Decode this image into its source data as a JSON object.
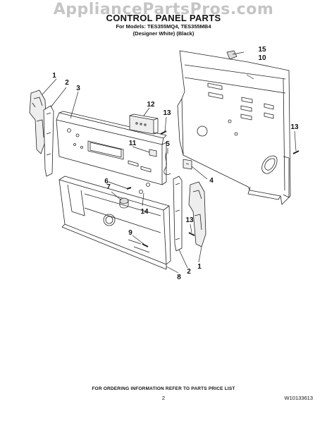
{
  "watermark": "AppliancePartsPros.com",
  "header": {
    "title": "CONTROL PANEL PARTS",
    "models_line": "For Models: TES355MQ4, TES355MB4",
    "colors_line": "(Designer White)   (Black)"
  },
  "callouts": {
    "c1a": "1",
    "c2a": "2",
    "c3": "3",
    "c12": "12",
    "c13a": "13",
    "c11": "11",
    "c5": "5",
    "c15": "15",
    "c10": "10",
    "c13b": "13",
    "c4": "4",
    "c6": "6",
    "c7": "7",
    "c14": "14",
    "c13c": "13",
    "c9": "9",
    "c2b": "2",
    "c1b": "1",
    "c8": "8"
  },
  "footer": {
    "ordering_note": "FOR ORDERING INFORMATION REFER TO PARTS PRICE LIST",
    "page_number": "2",
    "document_number": "W10133613"
  }
}
